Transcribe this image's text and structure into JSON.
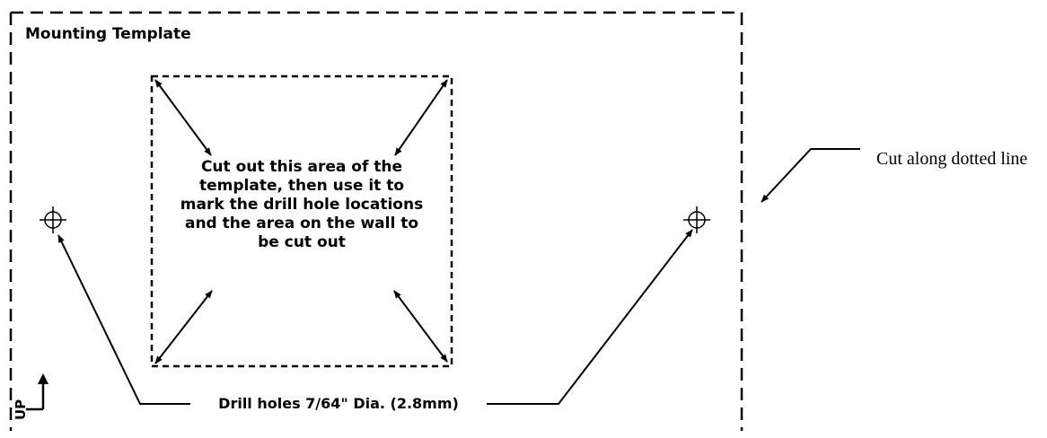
{
  "template": {
    "title": "Mounting Template",
    "cutout_instructions": "Cut out this area of the template, then use it to mark the drill hole locations and the area on the wall to be cut out",
    "cut_note": "Cut along dotted line",
    "drill_note": "Drill holes 7/64\" Dia. (2.8mm)",
    "up_label": "UP"
  },
  "colors": {
    "ink": "#000000",
    "paper": "#ffffff"
  },
  "icons": {
    "drill_hole": "crosshair-circle-icon",
    "up_arrow": "arrow-up-icon"
  }
}
